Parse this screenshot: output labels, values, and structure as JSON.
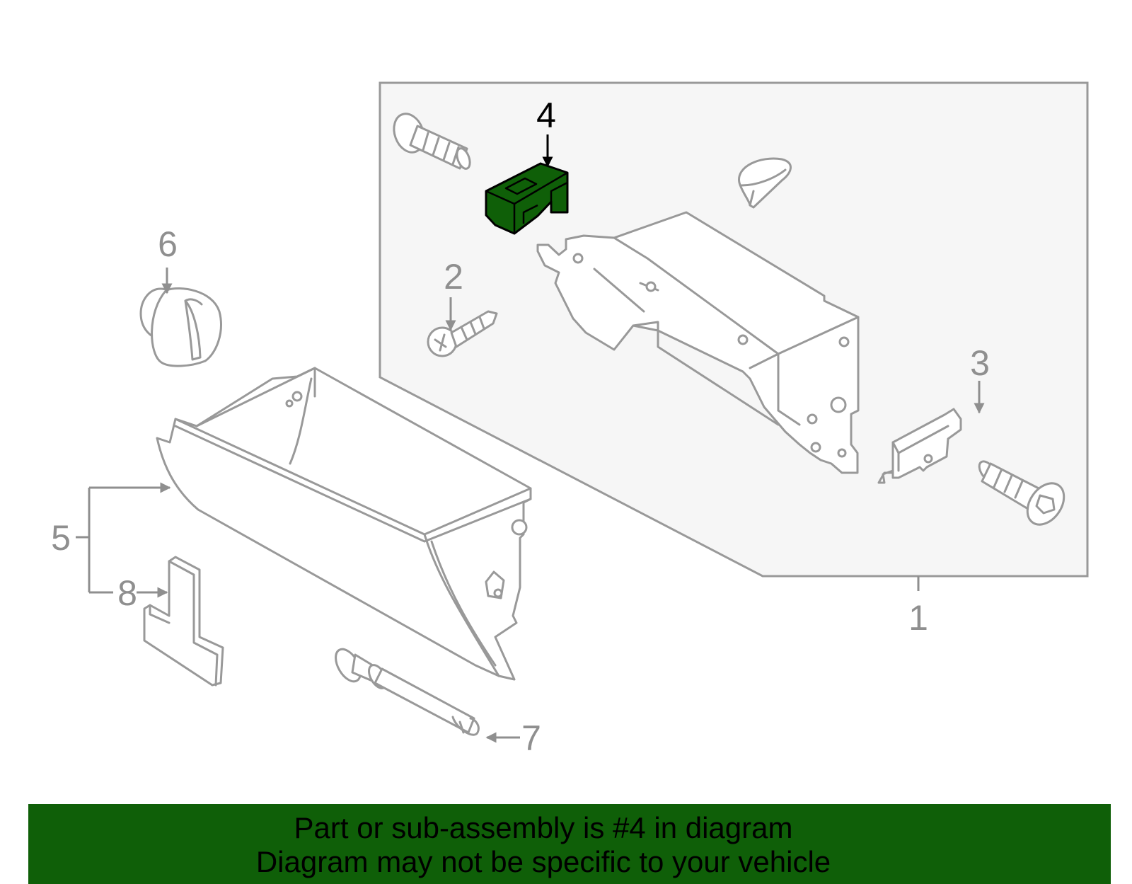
{
  "colors": {
    "highlight_part": "#0f5f08",
    "banner_background": "#0f5f08",
    "assembly_panel": "#f6f6f6",
    "part_outline": "#999999",
    "label_gray": "#8f8f8f"
  },
  "highlighted_callout": "4",
  "callouts": {
    "c1": "1",
    "c2": "2",
    "c3": "3",
    "c4": "4",
    "c5": "5",
    "c6": "6",
    "c7": "7",
    "c8": "8"
  },
  "banner": {
    "line1": "Part or sub-assembly is #4 in diagram",
    "line2": "Diagram may not be specific to your vehicle"
  }
}
